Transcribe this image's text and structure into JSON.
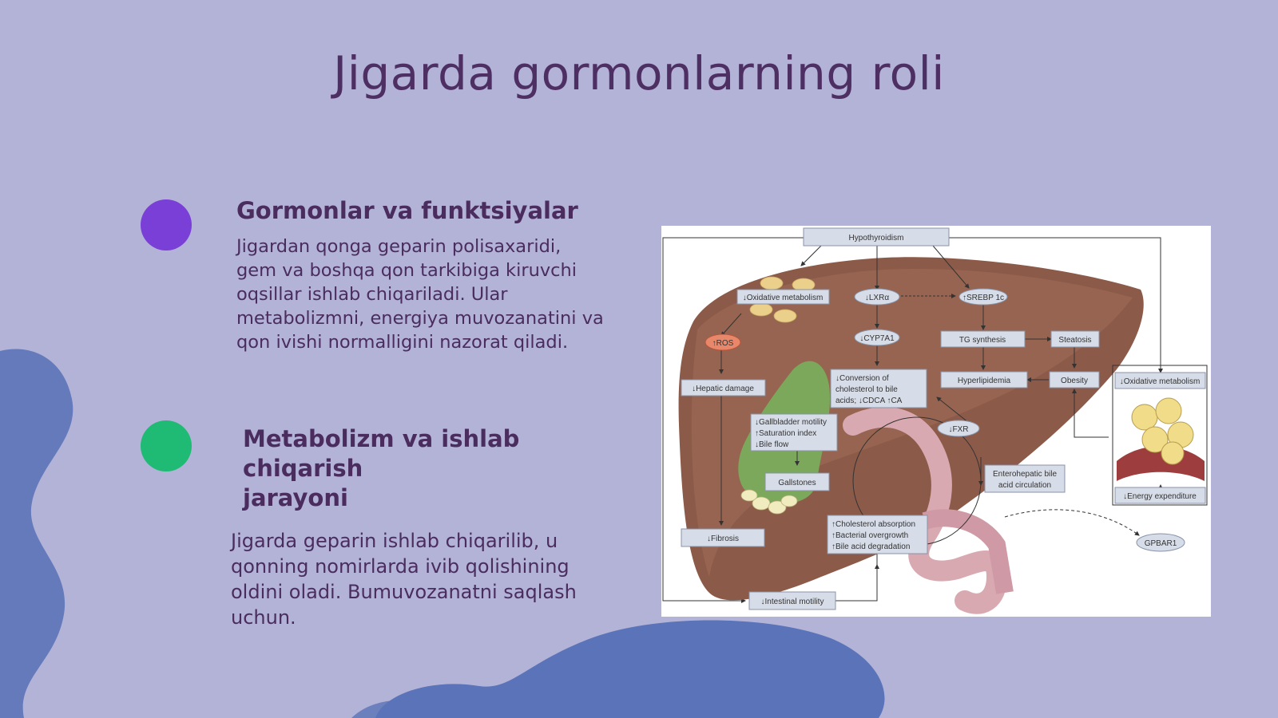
{
  "slide": {
    "title": "Jigarda gormonlarning roli",
    "colors": {
      "background": "#b3b3d8",
      "accent_purple": "#7a3fd6",
      "accent_green": "#1fba74",
      "blob_blue": "#5b73b8",
      "text": "#4a2d5e"
    }
  },
  "sections": [
    {
      "heading": "Gormonlar va funktsiyalar",
      "lines": [
        "Jigardan qonga geparin polisaxaridi,",
        "gem va boshqa qon tarkibiga kiruvchi",
        "oqsillar ishlab chiqariladi. Ular",
        "metabolizmni, energiya muvozanatini va",
        "qon ivishi normalligini nazorat qiladi."
      ]
    },
    {
      "heading_lines": [
        "Metabolizm va ishlab chiqarish",
        "jarayoni"
      ],
      "lines": [
        "Jigarda geparin ishlab chiqarilib,  u",
        "qonning nomirlarda ivib qolishining",
        "oldini oladi. Bumuvozanatni saqlash",
        "uchun."
      ]
    }
  ],
  "diagram": {
    "nodes": {
      "hypothyroidism": "Hypothyroidism",
      "oxidative_metabolism": "↓Oxidative metabolism",
      "lxr": "↓LXRα",
      "srebp": "↑SREBP 1c",
      "ros": "↑ROS",
      "cyp7a1": "↓CYP7A1",
      "tg_synthesis": "TG synthesis",
      "steatosis": "Steatosis",
      "hepatic_damage": "↓Hepatic damage",
      "conversion_1": "↓Conversion of",
      "conversion_2": "cholesterol to bile",
      "conversion_3": "acids; ↓CDCA ↑CA",
      "hyperlipidemia": "Hyperlipidemia",
      "obesity": "Obesity",
      "oxidative_metabolism_2": "↓Oxidative metabolism",
      "gallbladder_1": "↓Gallbladder motility",
      "gallbladder_2": "↑Saturation index",
      "gallbladder_3": "↓Bile flow",
      "fxr": "↓FXR",
      "gallstones": "Gallstones",
      "enterohepatic_1": "Enterohepatic bile",
      "enterohepatic_2": "acid circulation",
      "energy_expenditure": "↓Energy expenditure",
      "fibrosis": "↓Fibrosis",
      "cholesterol_1": "↑Cholesterol absorption",
      "cholesterol_2": "↑Bacterial overgrowth",
      "cholesterol_3": "↑Bile acid degradation",
      "gpbar1": "GPBAR1",
      "intestinal_motility": "↓Intestinal motility"
    }
  }
}
